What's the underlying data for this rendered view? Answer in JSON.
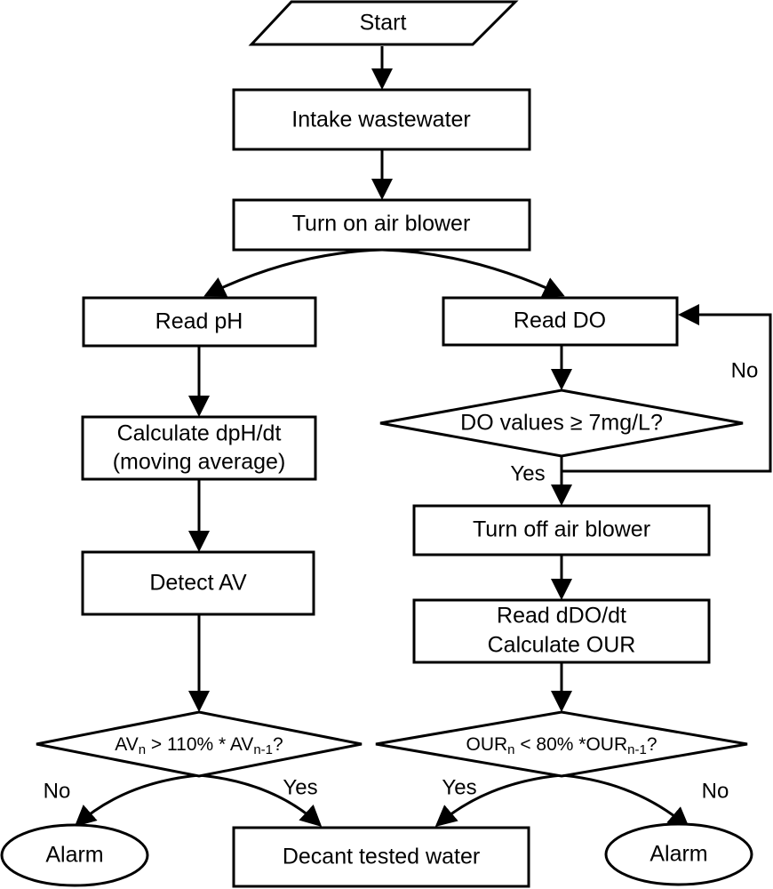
{
  "nodes": {
    "start": "Start",
    "intake": "Intake wastewater",
    "blower_on": "Turn on air blower",
    "read_ph": "Read pH",
    "calc_dph_line1": "Calculate dpH/dt",
    "calc_dph_line2": "(moving average)",
    "detect_av": "Detect AV",
    "av_decision": {
      "a": "AV",
      "a_sub": "n",
      "b": " > 110% * AV",
      "b_sub": "n-1",
      "c": "?"
    },
    "read_do": "Read DO",
    "do_decision": "DO values ≥ 7mg/L?",
    "blower_off": "Turn off air blower",
    "read_ddo_line1": "Read dDO/dt",
    "read_ddo_line2": "Calculate OUR",
    "our_decision": {
      "a": "OUR",
      "a_sub": "n",
      "b": " < 80% *OUR",
      "b_sub": "n-1",
      "c": "?"
    },
    "alarm_left": "Alarm",
    "decant": "Decant tested water",
    "alarm_right": "Alarm"
  },
  "edge_labels": {
    "do_no": "No",
    "do_yes": "Yes",
    "av_no": "No",
    "av_yes": "Yes",
    "our_yes": "Yes",
    "our_no": "No"
  },
  "colors": {
    "stroke": "#000000",
    "fill": "#ffffff",
    "text": "#000000"
  }
}
